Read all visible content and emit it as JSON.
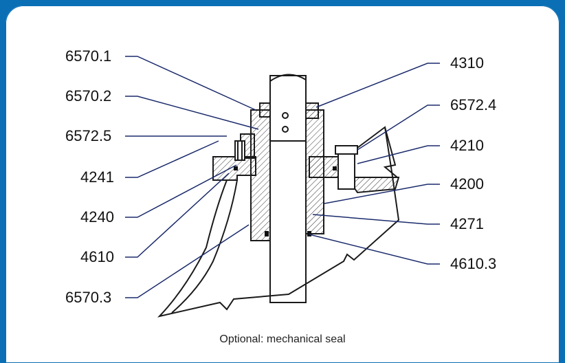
{
  "callouts_left": [
    "6570.1",
    "6570.2",
    "6572.5",
    "4241",
    "4240",
    "4610",
    "6570.3"
  ],
  "callouts_right": [
    "4310",
    "6572.4",
    "4210",
    "4200",
    "4271",
    "4610.3"
  ],
  "caption": "Optional: mechanical seal",
  "colors": {
    "frame": "#0a6fb5",
    "line": "#1a1a1a",
    "leader": "#1a2a6b",
    "hatch": "#333333"
  }
}
